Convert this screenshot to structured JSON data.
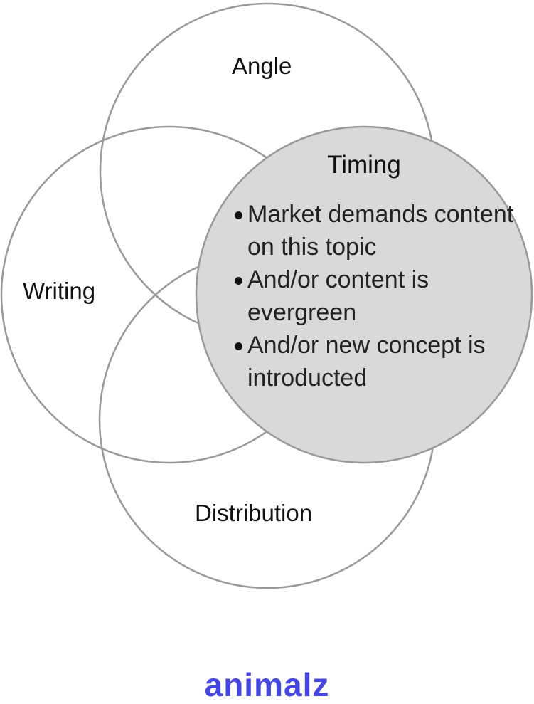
{
  "colors": {
    "circle_stroke": "#999999",
    "highlight_fill": "#d9d9d9",
    "brand": "#4545e0"
  },
  "circles": {
    "angle": {
      "label": "Angle"
    },
    "writing": {
      "label": "Writing"
    },
    "distribution": {
      "label": "Distribution"
    },
    "timing": {
      "label": "Timing",
      "bullets": [
        "Market demands content on this topic",
        "And/or content is evergreen",
        "And/or new concept is introducted"
      ]
    }
  },
  "logo": {
    "text": "animalz"
  }
}
